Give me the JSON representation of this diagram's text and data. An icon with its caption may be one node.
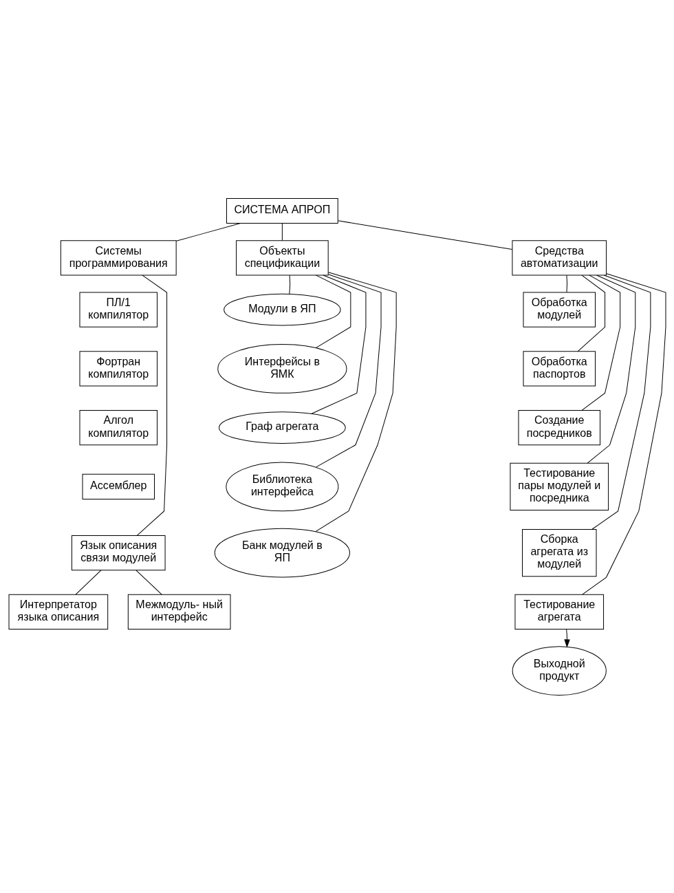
{
  "diagram": {
    "nodes": [
      {
        "text": [
          "СИСТЕМА АПРОП"
        ]
      },
      {
        "text": [
          "Системы программирования"
        ]
      },
      {
        "text": [
          "Объекты спецификации"
        ]
      },
      {
        "text": [
          "Средства автоматизации"
        ]
      },
      {
        "text": [
          "ПЛ/1 компилятор"
        ]
      },
      {
        "text": [
          "Фортран компилятор"
        ]
      },
      {
        "text": [
          "Алгол компилятор"
        ]
      },
      {
        "text": [
          "Ассемблер"
        ]
      },
      {
        "text": [
          "Язык описания связи модулей"
        ]
      },
      {
        "text": [
          "Модули в ЯП"
        ]
      },
      {
        "text": [
          "Интерфейсы в ЯМК"
        ]
      },
      {
        "text": [
          "Граф агрегата"
        ]
      },
      {
        "text": [
          "Библиотека интерфейса"
        ]
      },
      {
        "text": [
          "Банк модулей в ЯП"
        ]
      },
      {
        "text": [
          "Обработка модулей"
        ]
      },
      {
        "text": [
          "Обработка паспортов"
        ]
      },
      {
        "text": [
          "Создание посредников"
        ]
      },
      {
        "text": [
          "Тестирование пары модулей и посредника"
        ]
      },
      {
        "text": [
          "Сборка агрегата из модулей"
        ]
      },
      {
        "text": [
          "Тестирование агрегата"
        ]
      },
      {
        "text": [
          "Интерпретатор языка описания"
        ]
      },
      {
        "text": [
          "Межмодуль- ный интерфейс"
        ]
      },
      {
        "text": [
          "Выходной продукт"
        ]
      }
    ],
    "edges": [
      {
        "from": 0,
        "to": 1,
        "arrow": "none"
      },
      {
        "from": 0,
        "to": 2,
        "arrow": "none"
      },
      {
        "from": 0,
        "to": 3,
        "arrow": "none"
      },
      {
        "from": 1,
        "to": 8,
        "arrow": "none"
      },
      {
        "from": 2,
        "to": 9,
        "arrow": "none"
      },
      {
        "from": 2,
        "to": 10,
        "arrow": "none"
      },
      {
        "from": 2,
        "to": 11,
        "arrow": "none"
      },
      {
        "from": 2,
        "to": 12,
        "arrow": "none"
      },
      {
        "from": 2,
        "to": 13,
        "arrow": "none"
      },
      {
        "from": 3,
        "to": 14,
        "arrow": "none"
      },
      {
        "from": 3,
        "to": 15,
        "arrow": "none"
      },
      {
        "from": 3,
        "to": 16,
        "arrow": "none"
      },
      {
        "from": 3,
        "to": 17,
        "arrow": "none"
      },
      {
        "from": 3,
        "to": 18,
        "arrow": "none"
      },
      {
        "from": 3,
        "to": 19,
        "arrow": "none"
      },
      {
        "from": 8,
        "to": 20,
        "arrow": "none"
      },
      {
        "from": 8,
        "to": 21,
        "arrow": "none"
      },
      {
        "from": 19,
        "to": 22,
        "arrow": "to"
      }
    ]
  }
}
